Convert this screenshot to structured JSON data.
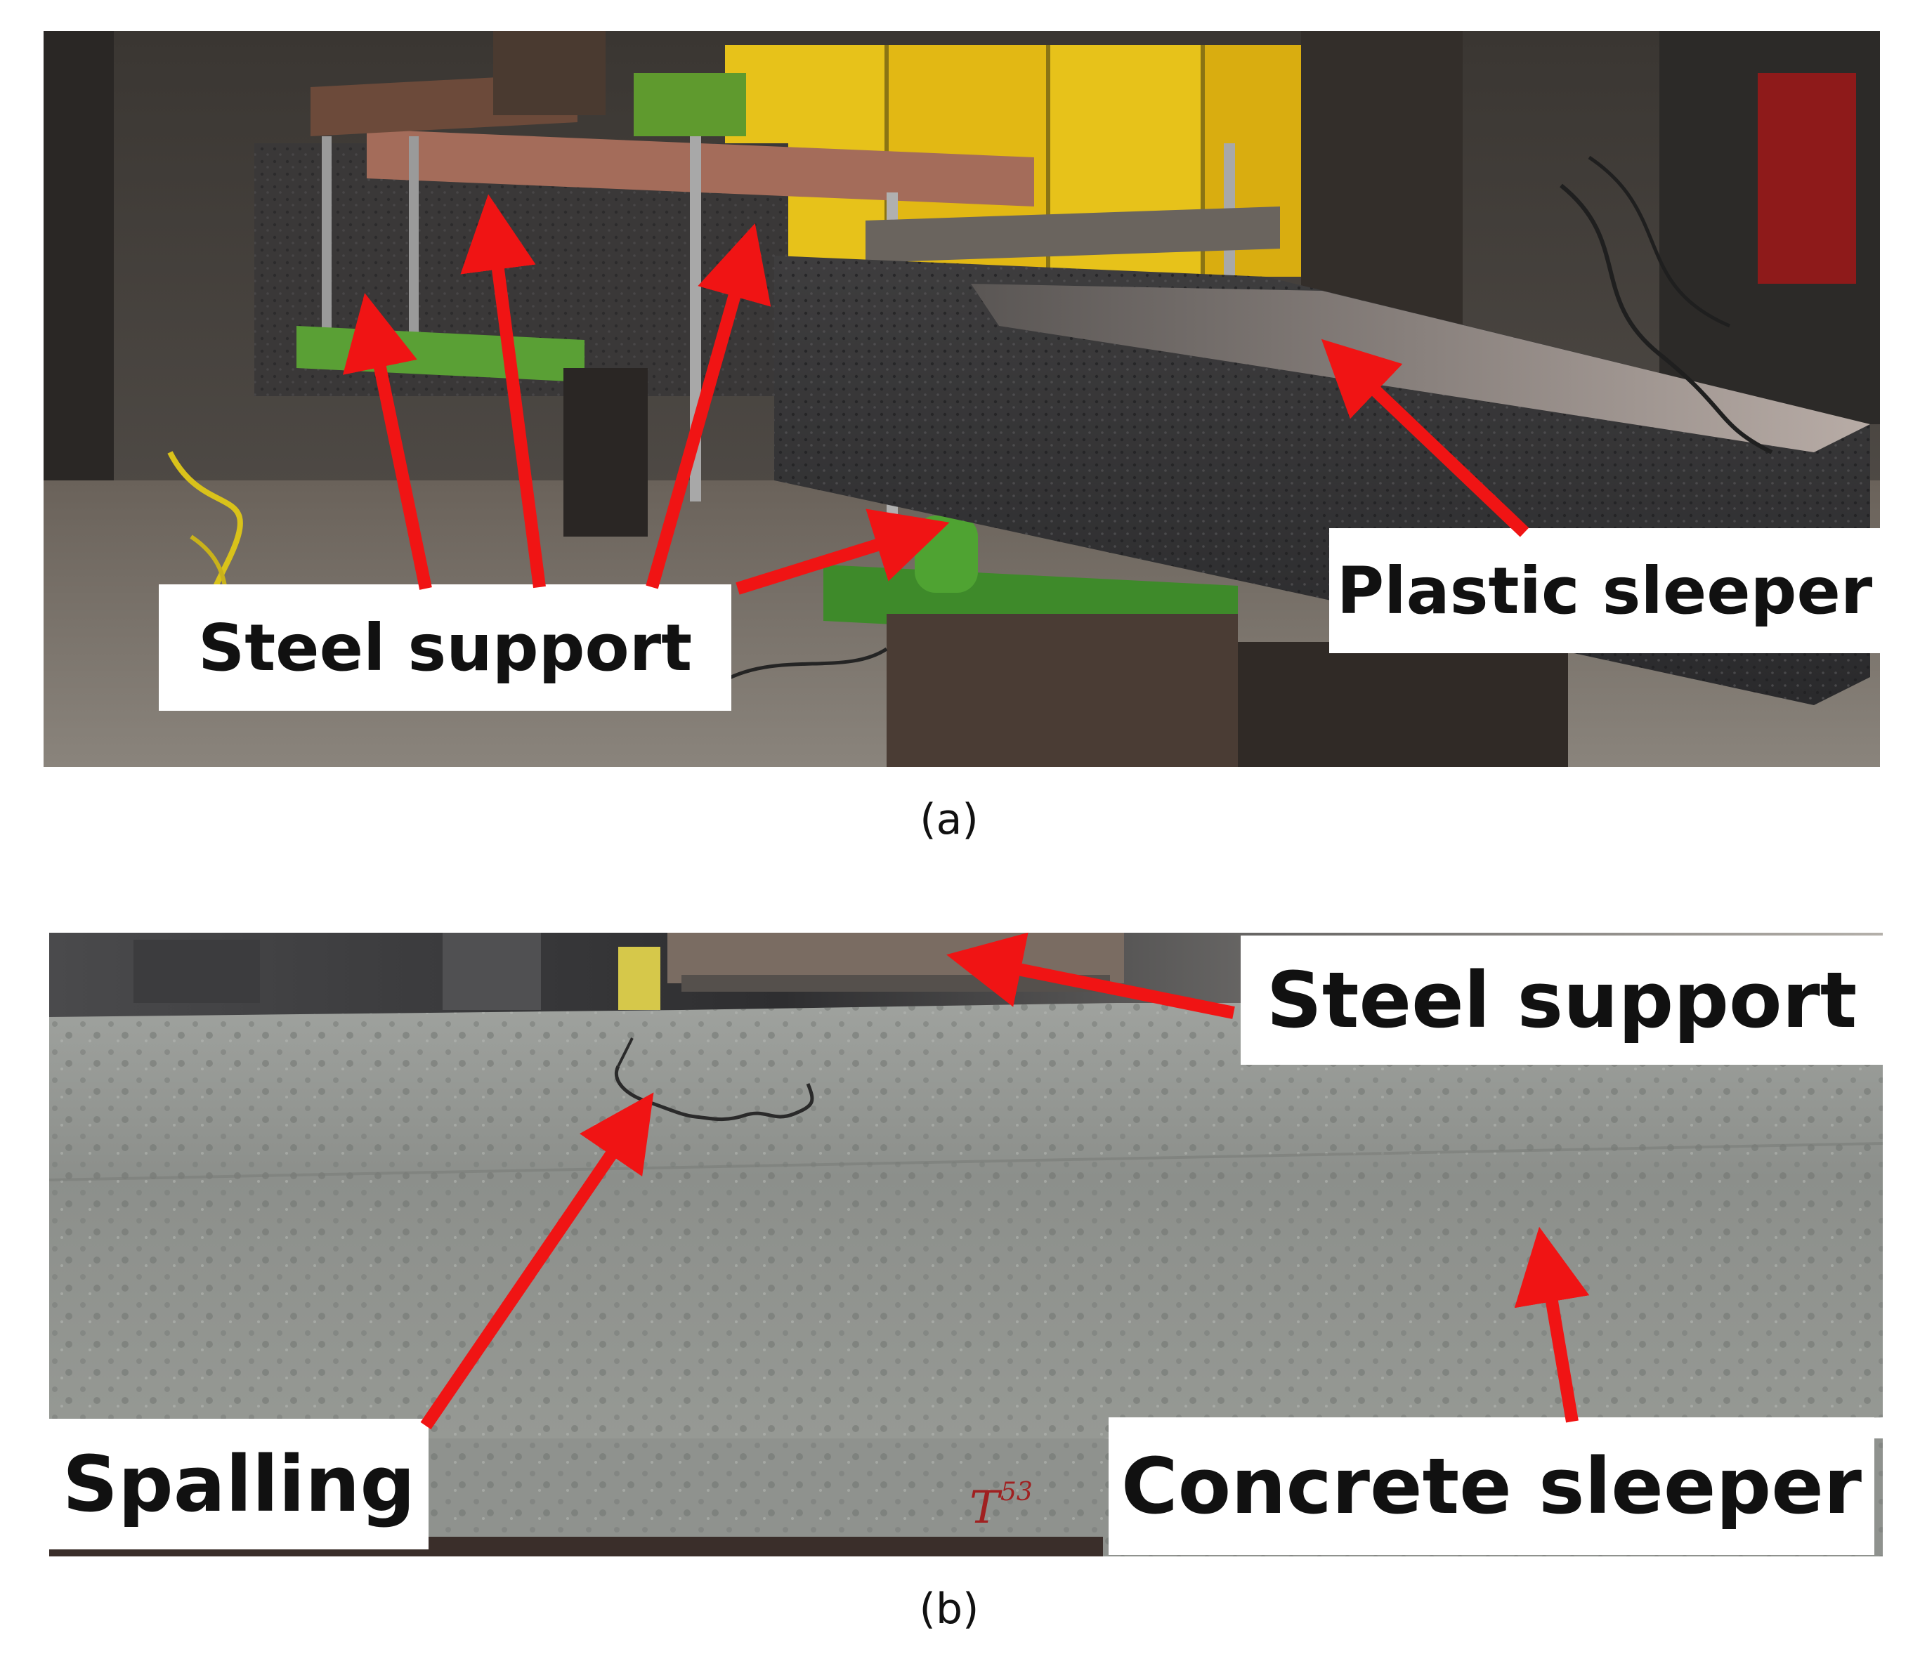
{
  "panel_a": {
    "labels": {
      "steel_support": "Steel support",
      "plastic_sleeper": "Plastic sleeper"
    },
    "caption": "(a)"
  },
  "panel_b": {
    "labels": {
      "steel_support": "Steel support",
      "spalling": "Spalling",
      "concrete_sleeper": "Concrete sleeper"
    },
    "sleeper_marking": "T53",
    "caption": "(b)"
  },
  "colors": {
    "arrow": "#f01414",
    "label_background": "#ffffff",
    "label_text": "#111111"
  }
}
